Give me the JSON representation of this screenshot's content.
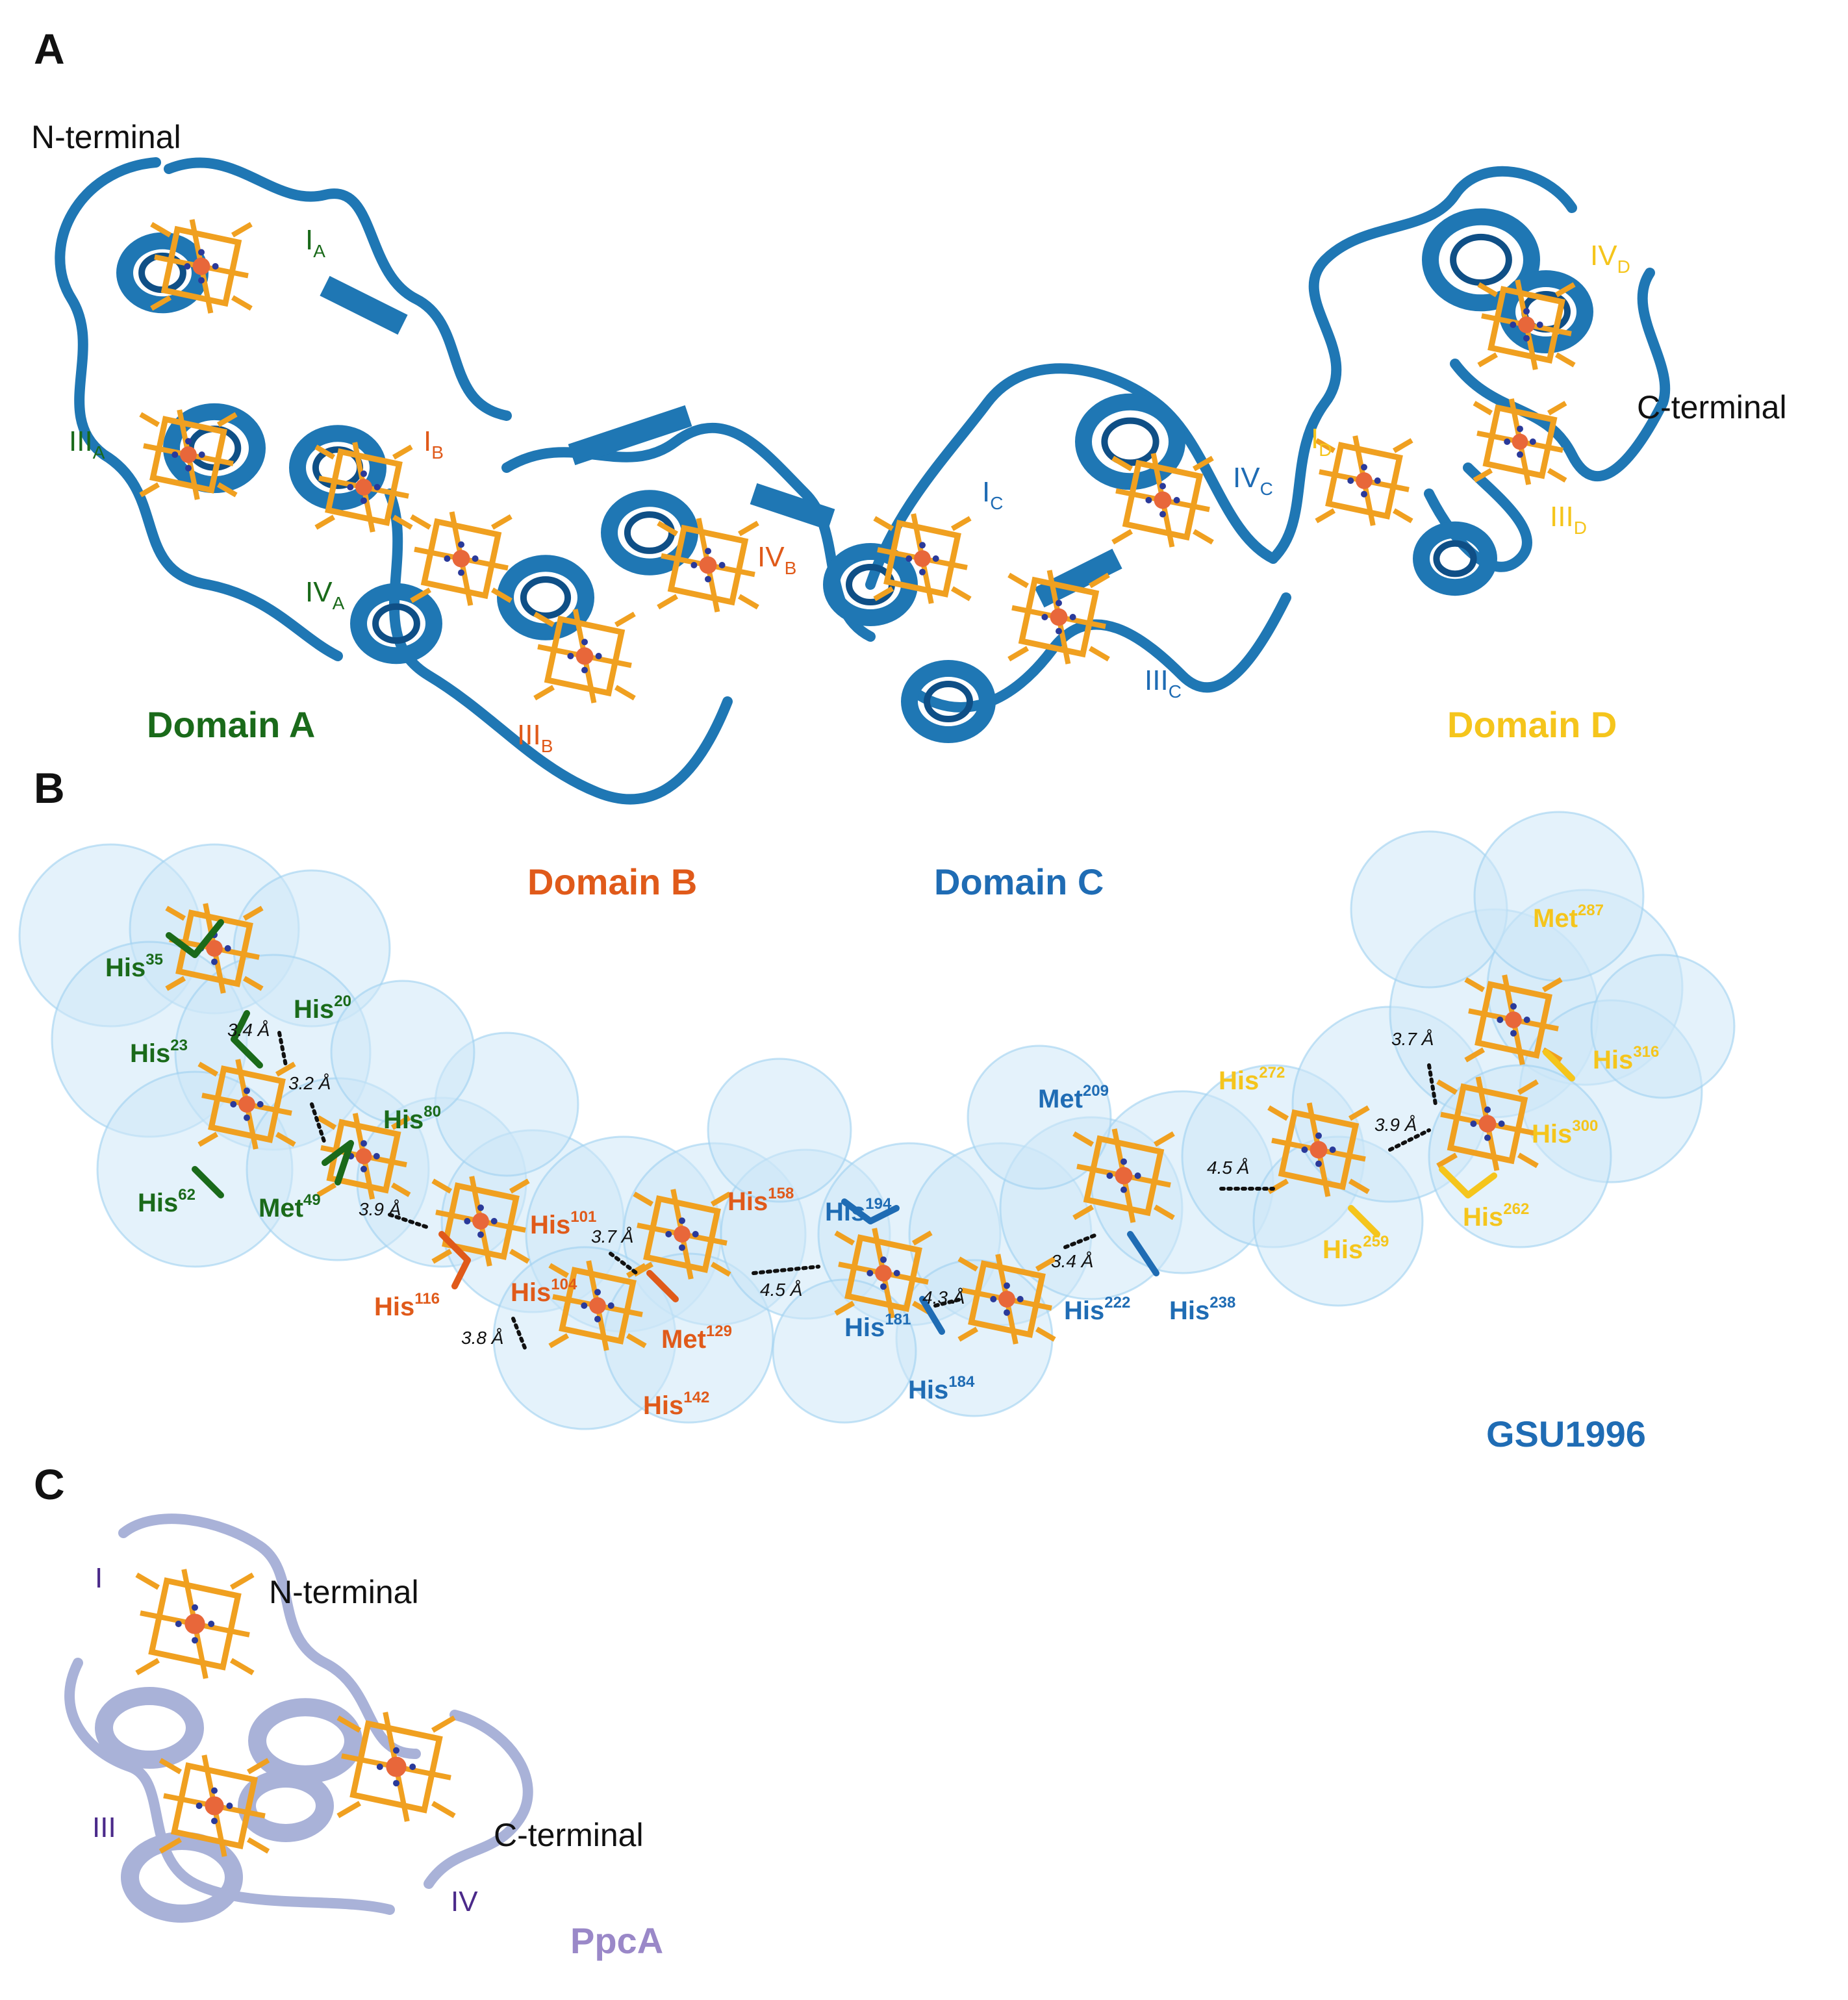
{
  "colors": {
    "domainA": "#1a6a1a",
    "domainB": "#e05a1a",
    "domainC": "#1f6cb4",
    "domainD": "#f5c51c",
    "ribbon": "#1f77b4",
    "heme": "#f0a020",
    "iron": "#e8673a",
    "surface": "#cde7f8",
    "ppca_ribbon": "#a9b2d8",
    "ppca_text": "#9a88c8",
    "ppca_heme_label": "#4b2a8a"
  },
  "panelA": {
    "letter": "A",
    "n_terminal": "N-terminal",
    "c_terminal": "C-terminal",
    "hemes": [
      {
        "roman": "I",
        "sub": "A",
        "domain": "A"
      },
      {
        "roman": "III",
        "sub": "A",
        "domain": "A"
      },
      {
        "roman": "IV",
        "sub": "A",
        "domain": "A"
      },
      {
        "roman": "I",
        "sub": "B",
        "domain": "B"
      },
      {
        "roman": "IV",
        "sub": "B",
        "domain": "B"
      },
      {
        "roman": "III",
        "sub": "B",
        "domain": "B"
      },
      {
        "roman": "I",
        "sub": "C",
        "domain": "C"
      },
      {
        "roman": "IV",
        "sub": "C",
        "domain": "C"
      },
      {
        "roman": "III",
        "sub": "C",
        "domain": "C"
      },
      {
        "roman": "IV",
        "sub": "D",
        "domain": "D"
      },
      {
        "roman": "I",
        "sub": "D",
        "domain": "D"
      },
      {
        "roman": "III",
        "sub": "D",
        "domain": "D"
      }
    ],
    "domain_a": "Domain A",
    "domain_d": "Domain D"
  },
  "panelB": {
    "letter": "B",
    "domain_b": "Domain B",
    "domain_c": "Domain C",
    "protein": "GSU1996",
    "residues": [
      {
        "name": "His",
        "num": "35",
        "domain": "A"
      },
      {
        "name": "His",
        "num": "20",
        "domain": "A"
      },
      {
        "name": "His",
        "num": "23",
        "domain": "A"
      },
      {
        "name": "His",
        "num": "80",
        "domain": "A"
      },
      {
        "name": "His",
        "num": "62",
        "domain": "A"
      },
      {
        "name": "Met",
        "num": "49",
        "domain": "A"
      },
      {
        "name": "His",
        "num": "101",
        "domain": "B"
      },
      {
        "name": "His",
        "num": "158",
        "domain": "B"
      },
      {
        "name": "His",
        "num": "116",
        "domain": "B"
      },
      {
        "name": "His",
        "num": "104",
        "domain": "B"
      },
      {
        "name": "Met",
        "num": "129",
        "domain": "B"
      },
      {
        "name": "His",
        "num": "142",
        "domain": "B"
      },
      {
        "name": "His",
        "num": "194",
        "domain": "C"
      },
      {
        "name": "Met",
        "num": "209",
        "domain": "C"
      },
      {
        "name": "His",
        "num": "181",
        "domain": "C"
      },
      {
        "name": "His",
        "num": "184",
        "domain": "C"
      },
      {
        "name": "His",
        "num": "222",
        "domain": "C"
      },
      {
        "name": "His",
        "num": "238",
        "domain": "C"
      },
      {
        "name": "Met",
        "num": "287",
        "domain": "D"
      },
      {
        "name": "His",
        "num": "316",
        "domain": "D"
      },
      {
        "name": "His",
        "num": "272",
        "domain": "D"
      },
      {
        "name": "His",
        "num": "300",
        "domain": "D"
      },
      {
        "name": "His",
        "num": "262",
        "domain": "D"
      },
      {
        "name": "His",
        "num": "259",
        "domain": "D"
      }
    ],
    "distances": [
      "3.4 Å",
      "3.2 Å",
      "3.9 Å",
      "3.7 Å",
      "3.8 Å",
      "4.5 Å",
      "4.3 Å",
      "3.4 Å",
      "4.5 Å",
      "3.9 Å",
      "3.7 Å"
    ]
  },
  "panelC": {
    "letter": "C",
    "n_terminal": "N-terminal",
    "c_terminal": "C-terminal",
    "hemes": [
      "I",
      "III",
      "IV"
    ],
    "protein": "PpcA"
  }
}
